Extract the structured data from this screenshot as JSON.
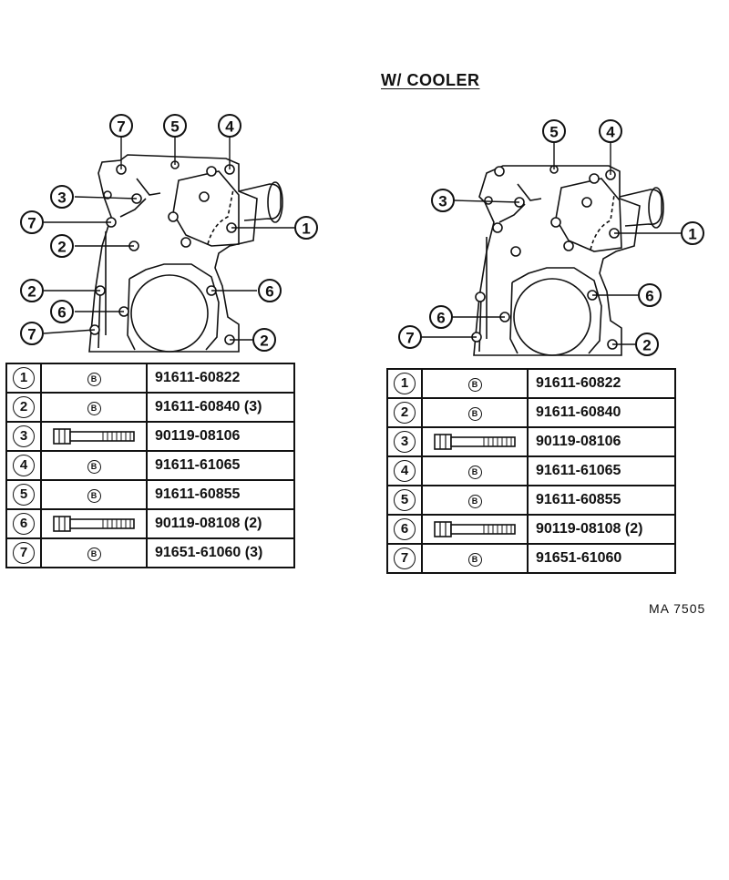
{
  "heading": "W/ COOLER",
  "reference": "MA 7505",
  "callout_labels": [
    "1",
    "2",
    "3",
    "4",
    "5",
    "6",
    "7"
  ],
  "washer_symbol": "B",
  "left_table": [
    {
      "index": "1",
      "part": "washer",
      "number": "91611-60822"
    },
    {
      "index": "2",
      "part": "washer",
      "number": "91611-60840 (3)"
    },
    {
      "index": "3",
      "part": "bolt",
      "number": "90119-08106"
    },
    {
      "index": "4",
      "part": "washer",
      "number": "91611-61065"
    },
    {
      "index": "5",
      "part": "washer",
      "number": "91611-60855"
    },
    {
      "index": "6",
      "part": "bolt",
      "number": "90119-08108 (2)"
    },
    {
      "index": "7",
      "part": "washer",
      "number": "91651-61060 (3)"
    }
  ],
  "right_table": [
    {
      "index": "1",
      "part": "washer",
      "number": "91611-60822"
    },
    {
      "index": "2",
      "part": "washer",
      "number": "91611-60840"
    },
    {
      "index": "3",
      "part": "bolt",
      "number": "90119-08106"
    },
    {
      "index": "4",
      "part": "washer",
      "number": "91611-61065"
    },
    {
      "index": "5",
      "part": "washer",
      "number": "91611-60855"
    },
    {
      "index": "6",
      "part": "bolt",
      "number": "90119-08108 (2)"
    },
    {
      "index": "7",
      "part": "washer",
      "number": "91651-61060"
    }
  ]
}
